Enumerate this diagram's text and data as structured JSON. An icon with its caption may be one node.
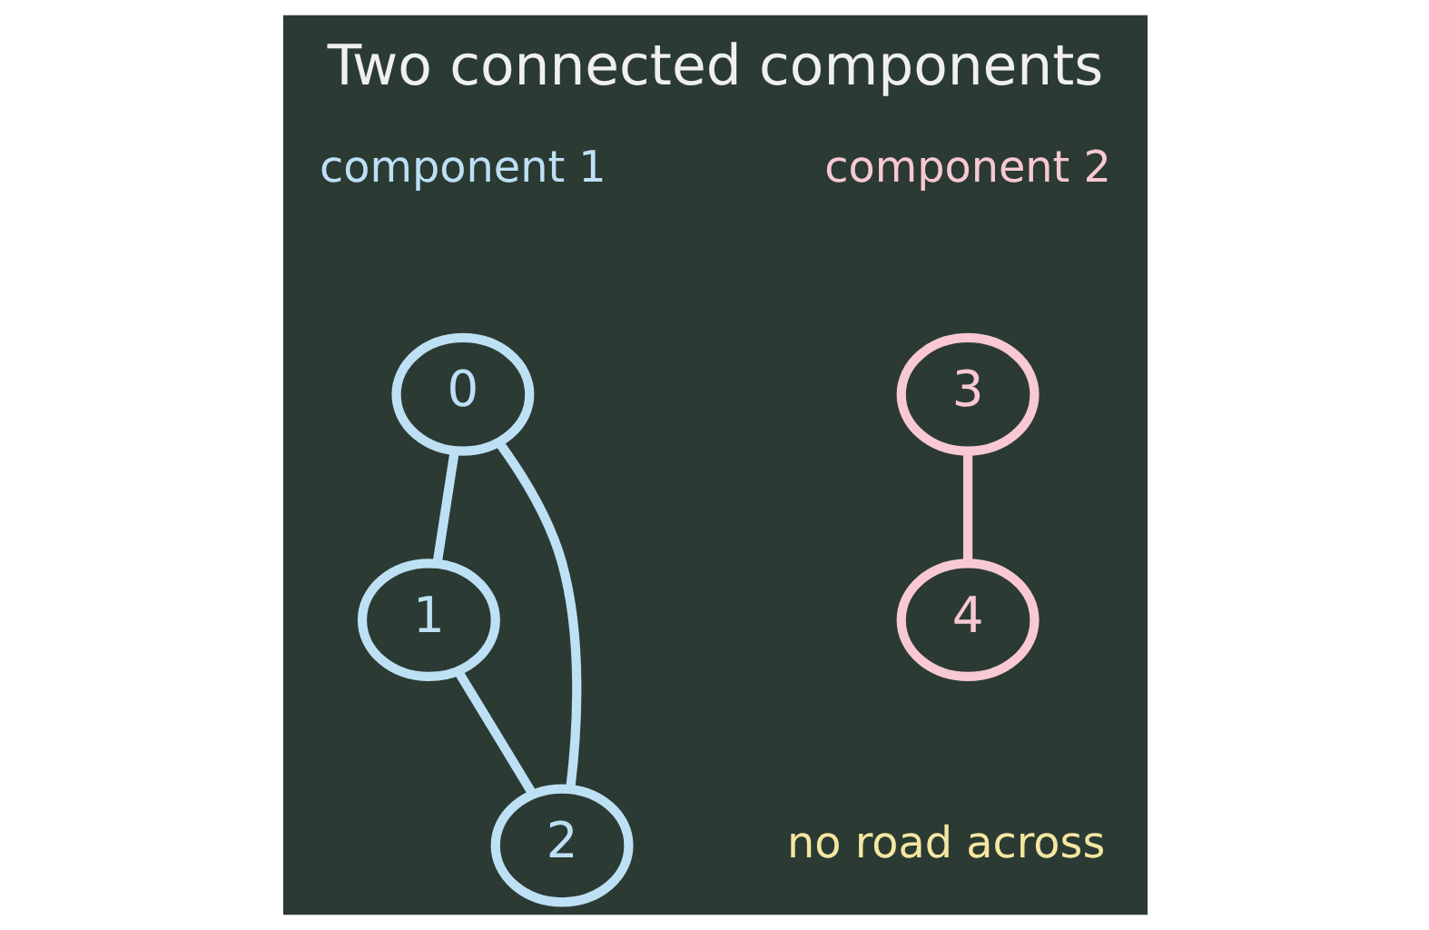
{
  "diagram": {
    "title": "Two connected components",
    "nodes": [
      {
        "text": [
          "0"
        ]
      },
      {
        "text": [
          "1"
        ]
      },
      {
        "text": [
          "2"
        ]
      },
      {
        "text": [
          "3"
        ]
      },
      {
        "text": [
          "4"
        ]
      }
    ],
    "edges": [
      {
        "from": 0,
        "to": 1,
        "arrow": "none"
      },
      {
        "from": 0,
        "to": 2,
        "arrow": "none"
      },
      {
        "from": 1,
        "to": 2,
        "arrow": "none"
      },
      {
        "from": 3,
        "to": 4,
        "arrow": "none",
        "color": "#f8c8d4"
      }
    ],
    "labels": [
      "component 1",
      "component 2",
      "no road across"
    ]
  }
}
